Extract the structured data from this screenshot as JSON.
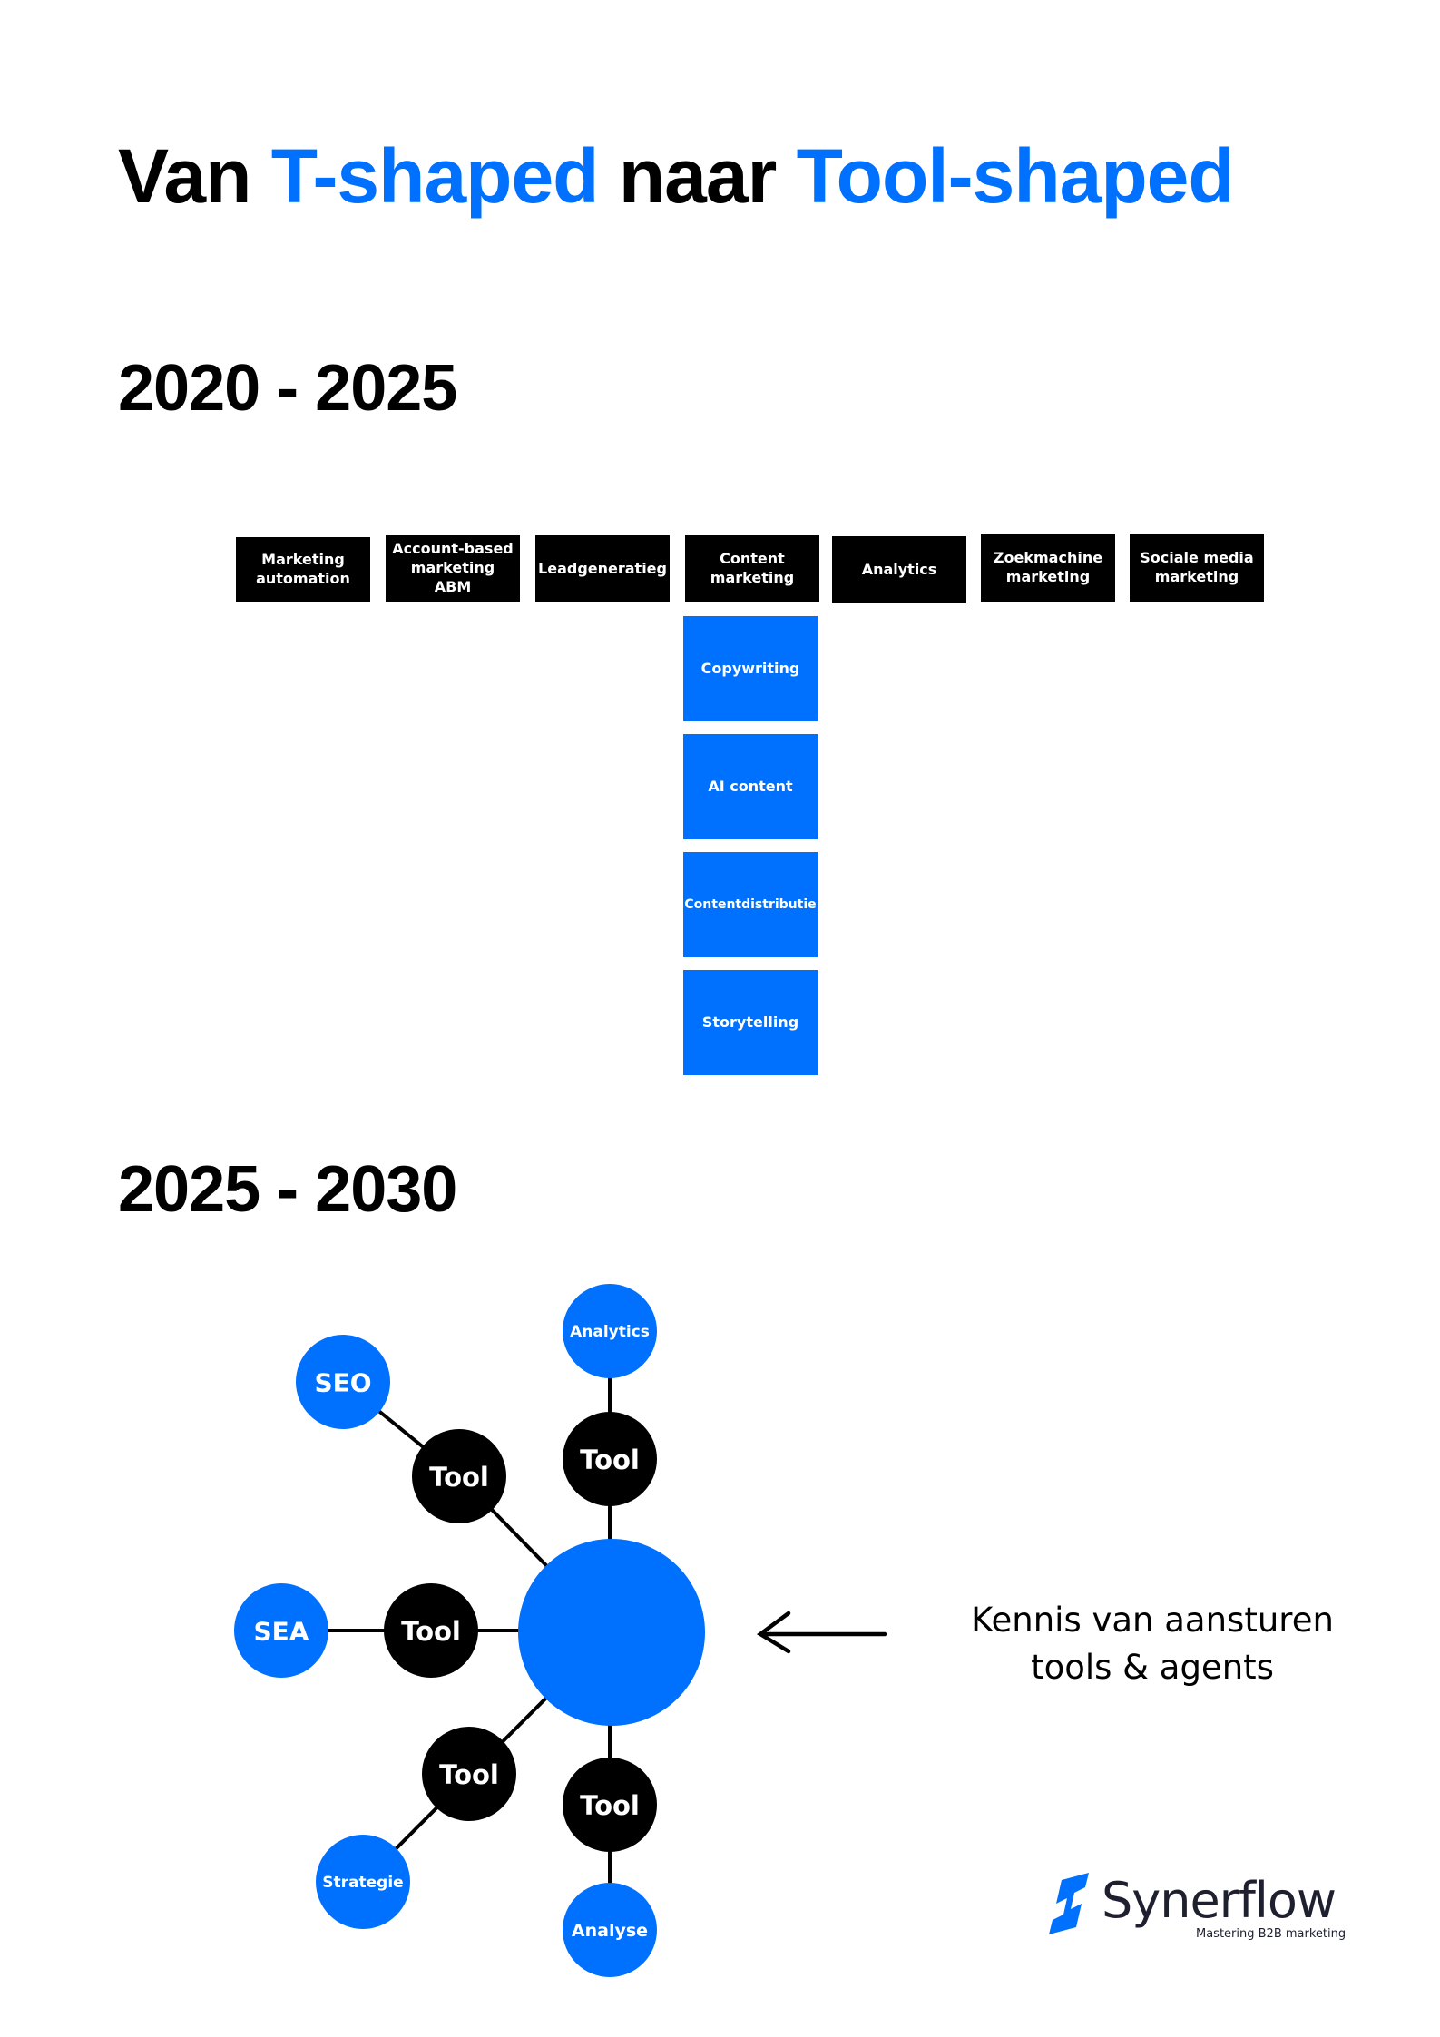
{
  "title": {
    "part1": "Van ",
    "part2": "T-shaped",
    "part3": " naar ",
    "part4": "Tool-shaped"
  },
  "colors": {
    "accent": "#0070ff",
    "dark": "#000000",
    "background": "#ffffff",
    "logo_text": "#1e2030"
  },
  "section_2020": {
    "heading": "2020 - 2025",
    "horizontal_skills": [
      "Marketing automation",
      "Account-based marketing ABM",
      "Leadgeneratieg",
      "Content marketing",
      "Analytics",
      "Zoekmachine marketing",
      "Sociale media marketing"
    ],
    "horizontal_lines": [
      [
        "Marketing",
        "automation"
      ],
      [
        "Account-based",
        "marketing ABM"
      ],
      [
        "Leadgeneratieg"
      ],
      [
        "Content",
        "marketing"
      ],
      [
        "Analytics"
      ],
      [
        "Zoekmachine",
        "marketing"
      ],
      [
        "Sociale media",
        "marketing"
      ]
    ],
    "vertical_skills": [
      "Copywriting",
      "AI content",
      "Contentdistributie",
      "Storytelling"
    ]
  },
  "section_2025": {
    "heading": "2025 - 2030",
    "center_node": "",
    "branches": [
      {
        "tool": "Tool",
        "skill": "SEO"
      },
      {
        "tool": "Tool",
        "skill": "Analytics"
      },
      {
        "tool": "Tool",
        "skill": "SEA"
      },
      {
        "tool": "Tool",
        "skill": "Strategie"
      },
      {
        "tool": "Tool",
        "skill": "Analyse"
      }
    ],
    "caption_line1": "Kennis van aansturen",
    "caption_line2": "tools & agents",
    "arrow_icon": "arrow-left-icon"
  },
  "logo": {
    "name": "Synerflow",
    "tagline": "Mastering B2B marketing"
  }
}
